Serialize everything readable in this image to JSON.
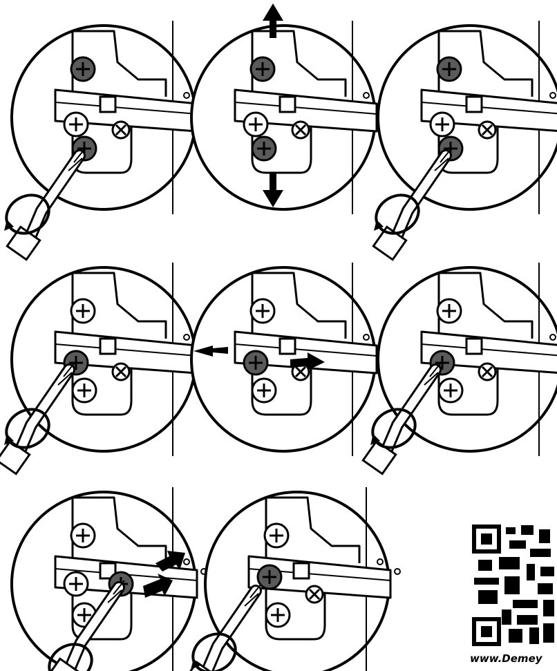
{
  "document": {
    "type": "hinge adjustment instructions",
    "website": "www.Demey"
  },
  "steps": [
    {
      "id": 1,
      "screw": "front-lower",
      "action": "loosen",
      "tool": "screwdriver"
    },
    {
      "id": 2,
      "screw": "front-upper-and-lower",
      "action": "move-vertical",
      "arrows": [
        "up",
        "down"
      ]
    },
    {
      "id": 3,
      "screw": "front-lower",
      "action": "tighten",
      "tool": "screwdriver"
    },
    {
      "id": 4,
      "screw": "side-left",
      "action": "loosen",
      "tool": "screwdriver"
    },
    {
      "id": 5,
      "screw": "side-left",
      "action": "move-horizontal",
      "arrows": [
        "left",
        "right"
      ]
    },
    {
      "id": 6,
      "screw": "side-left",
      "action": "tighten",
      "tool": "screwdriver"
    },
    {
      "id": 7,
      "screw": "side-right",
      "action": "turn-depth",
      "arrows": [
        "in",
        "out"
      ],
      "tool": "screwdriver"
    },
    {
      "id": 8,
      "screw": "side-left",
      "action": "tighten",
      "tool": "screwdriver"
    }
  ],
  "colors": {
    "ink": "#000000",
    "paper": "#ffffff",
    "highlight": "#5a5a5a"
  },
  "icons": [
    "qr-code-icon",
    "screwdriver-icon",
    "rotation-arrow-icon",
    "direction-arrow-icon"
  ]
}
